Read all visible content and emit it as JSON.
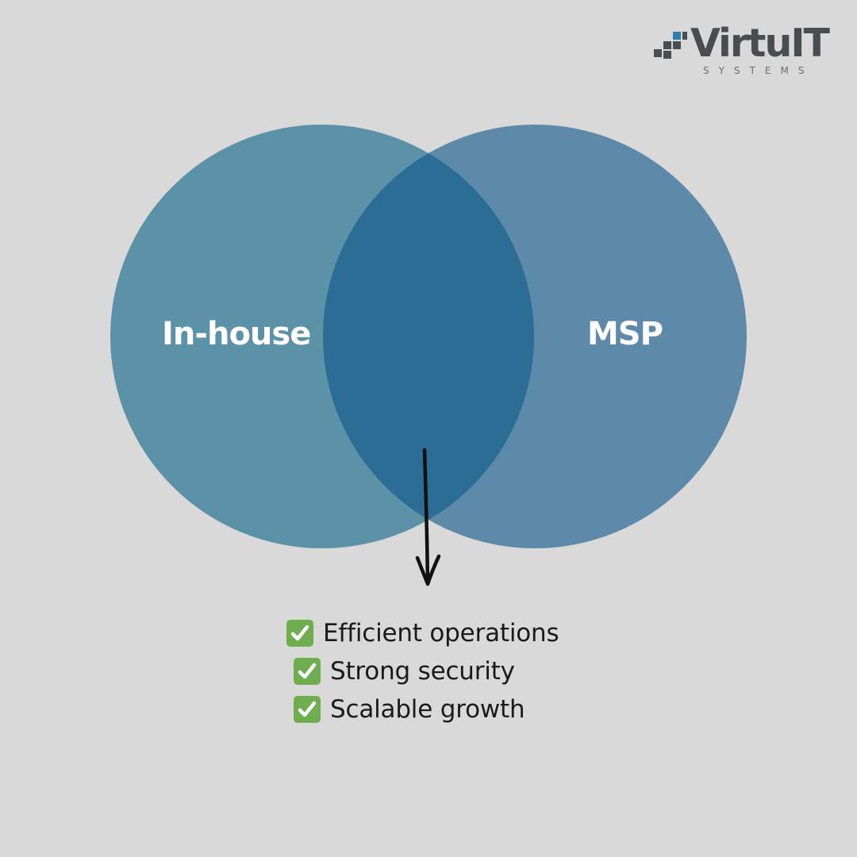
{
  "logo": {
    "name": "VirtuIT",
    "tagline": "SYSTEMS",
    "icon": "logo-squares-icon"
  },
  "venn": {
    "left_set": {
      "label": "In-house",
      "color": "#5b92a7"
    },
    "right_set": {
      "label": "MSP",
      "color": "#5e8aaa"
    },
    "overlap_color": "#2c6d95"
  },
  "arrow": {
    "icon": "arrow-down-icon",
    "color": "#111111"
  },
  "benefits": [
    {
      "icon": "check-icon",
      "label": "Efficient operations"
    },
    {
      "icon": "check-icon",
      "label": "Strong security"
    },
    {
      "icon": "check-icon",
      "label": "Scalable growth"
    }
  ],
  "colors": {
    "background": "#d9d9d9",
    "check_green": "#6fae4f"
  }
}
